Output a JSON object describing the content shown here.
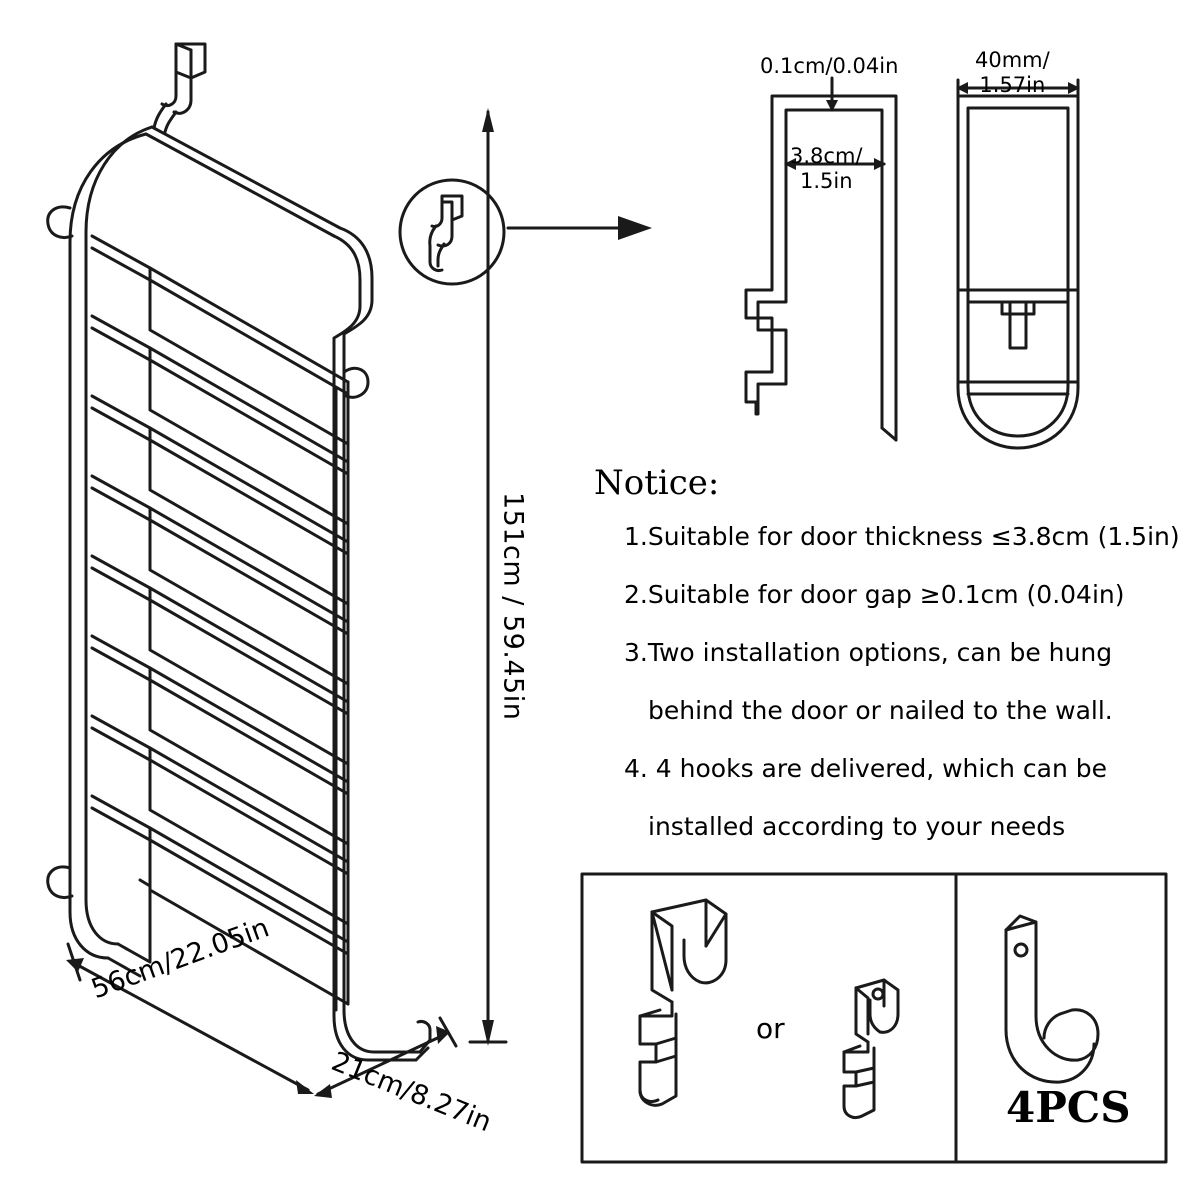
{
  "diagram": {
    "title": "Over-the-door shoe rack dimension diagram",
    "colors": {
      "line": "#1a1a1a",
      "text": "#000000",
      "background": "#ffffff"
    }
  },
  "callouts": {
    "door_gap": "0.1cm/0.04in",
    "door_thickness": "3.8cm/\n1.5in",
    "hook_width": "40mm/\n1.57in"
  },
  "dimensions": {
    "height": "151cm / 59.45in",
    "depth": "21cm/8.27in",
    "front_width": "56cm/22.05in"
  },
  "notice": {
    "title": "Notice:",
    "items": [
      "1.Suitable for door thickness ≤3.8cm (1.5in)",
      "2.Suitable for door gap ≥0.1cm (0.04in)",
      "3.Two installation options, can be hung",
      "behind the door or nailed to the wall.",
      "4. 4 hooks are delivered, which can be",
      "installed according to your needs"
    ],
    "item_indent": [
      false,
      false,
      false,
      true,
      false,
      true
    ]
  },
  "accessories": {
    "or_label": "or",
    "quantity_label": "4PCS"
  }
}
